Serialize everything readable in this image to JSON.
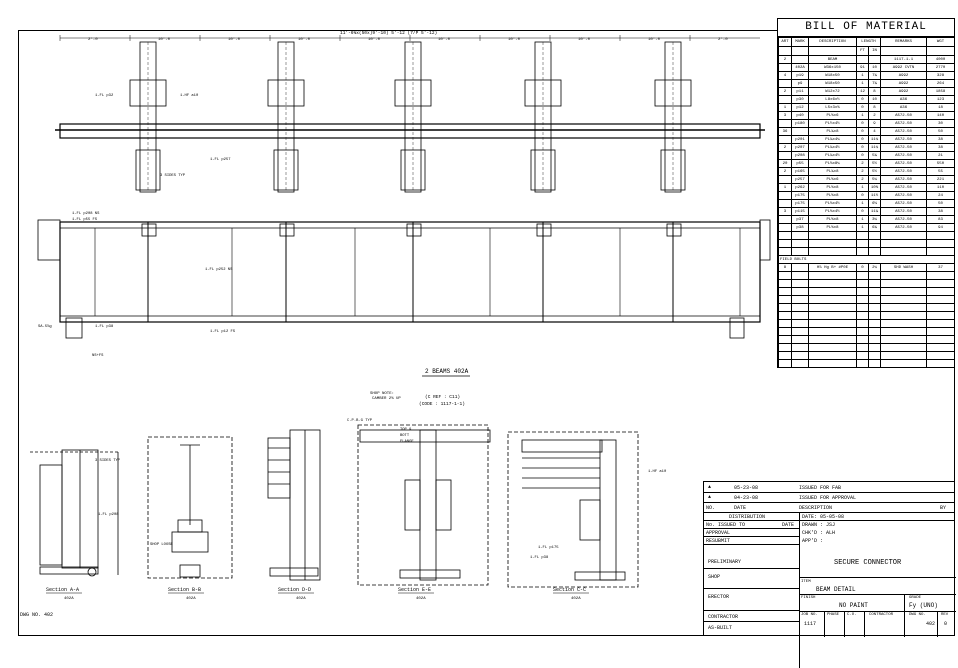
{
  "bom": {
    "title": "BILL OF MATERIAL",
    "headers": [
      "ART",
      "MARK",
      "DESCRIPTION",
      "LENGTH",
      "REMARKS",
      "WGT"
    ],
    "subheaders": [
      "FT",
      "IN"
    ],
    "rows": [
      [
        "2",
        "",
        "BEAM",
        "",
        "",
        "1117-1-1",
        "4000"
      ],
      [
        "",
        "402A",
        "W36x150",
        "91",
        "10",
        "A992 CVTN",
        "2770"
      ],
      [
        "4",
        "p19",
        "W18x50",
        "1",
        "7¾",
        "A992",
        "328"
      ],
      [
        "",
        "p9",
        "W18x50",
        "1",
        "7¾",
        "A992",
        "264"
      ],
      [
        "2",
        "p11",
        "W12x72",
        "12",
        "8",
        "A992",
        "1858"
      ],
      [
        "",
        "p30",
        "L8x6x½",
        "0",
        "10",
        "A36",
        "123"
      ],
      [
        "1",
        "p12",
        "L5x3x⅜",
        "0",
        "8",
        "A36",
        "18"
      ],
      [
        "3",
        "p40",
        "PL⅝x6",
        "1",
        "2",
        "A572-50",
        "140"
      ],
      [
        "",
        "p180",
        "PL½x4½",
        "0",
        "9",
        "A572-50",
        "30"
      ],
      [
        "36",
        "",
        "PL¾x8",
        "0",
        "4",
        "A572-50",
        "50"
      ],
      [
        "",
        "p201",
        "PL¾x4¼",
        "0",
        "11¼",
        "A572-50",
        "38"
      ],
      [
        "2",
        "p207",
        "PL¾x4½",
        "0",
        "11¼",
        "A572-50",
        "38"
      ],
      [
        "",
        "p208",
        "PL¾x4½",
        "0",
        "5¾",
        "A572-50",
        "21"
      ],
      [
        "20",
        "p55",
        "PL⅜x8¼",
        "2",
        "5½",
        "A572-50",
        "550"
      ],
      [
        "2",
        "p165",
        "PL¾x8",
        "2",
        "5½",
        "A572-50",
        "55"
      ],
      [
        "",
        "p257",
        "PL⅝x6",
        "2",
        "5¼",
        "A572-50",
        "221"
      ],
      [
        "1",
        "p262",
        "PL⅝x8",
        "1",
        "10⅝",
        "A572-50",
        "110"
      ],
      [
        "",
        "p175",
        "PL⅝x8",
        "0",
        "11½",
        "A572-50",
        "24"
      ],
      [
        "",
        "p175",
        "PL⅜x4½",
        "1",
        "6⅛",
        "A572-50",
        "50"
      ],
      [
        "3",
        "p115",
        "PL⅝x4½",
        "0",
        "11¾",
        "A572-50",
        "38"
      ],
      [
        "",
        "p37",
        "PL⅝x8",
        "1",
        "3¼",
        "A572-50",
        "83"
      ],
      [
        "",
        "p38",
        "PL⅝x8",
        "1",
        "6¾",
        "A572-50",
        "94"
      ]
    ],
    "field_label": "FIELD BOLTS",
    "field_row": [
      "8",
      "",
      "H⅞ Hg B+ #P0E",
      "0",
      "2¼",
      "SHD WASH",
      "37"
    ]
  },
  "plan": {
    "top_dim": "11'-6⅜x(50x)9'-10)  5'-12  (7/P 5'-12)",
    "spans": [
      "2'-0",
      "10'-0",
      "10'-0",
      "10'-0",
      "10'-0",
      "10'-0",
      "10'-0",
      "10'-0",
      "10'-0",
      "2'-0"
    ],
    "beam_label": "2 BEAMS 402A",
    "note1": "SHOP NOTE:",
    "note2": "CAMBER 2⅜ UP",
    "ref1": "(C REF : C11)",
    "ref2": "(CODE : 1117-1-1)",
    "callouts": [
      "1-FL p32",
      "1-HF a10",
      "3 SIDES TYP",
      "1-FL p208 NS",
      "1-FL p55 FS",
      "1-FL p257",
      "1-FL p252 NS",
      "1-FL p12 FS",
      "SA-5⅞g",
      "1-FL p38",
      "NS+FS"
    ]
  },
  "sections": [
    {
      "title": "Section A-A",
      "sub": "402A"
    },
    {
      "title": "Section B-B",
      "sub": "402A"
    },
    {
      "title": "Section D-D",
      "sub": "402A"
    },
    {
      "title": "Section E-E",
      "sub": "402A"
    },
    {
      "title": "Section C-C",
      "sub": "402A"
    }
  ],
  "section_notes": [
    "3 SIDES TYP",
    "1-FL p208",
    "C.P.B.G TYP",
    "TOP &",
    "BOTT",
    "FLANGE",
    "SHOP LOOSE",
    "1-HF a10",
    "1-FL p38",
    "1-FL p175"
  ],
  "titleblock": {
    "revs": [
      {
        "no": "",
        "date": "05-23-08",
        "desc": "ISSUED FOR FAB"
      },
      {
        "no": "",
        "date": "04-23-08",
        "desc": "ISSUED FOR APPROVAL"
      }
    ],
    "rev_head": [
      "NO.",
      "DATE",
      "DESCRIPTION",
      "BY"
    ],
    "dist": "DISTRIBUTION",
    "issued": "No.  ISSUED TO",
    "date_col": "DATE",
    "date_val": "DATE: 05-05-08",
    "drawn": "DRAWN : JSJ",
    "chkd": "CHK'D : ALH",
    "appd": "APP'D :",
    "approval": "APPROVAL",
    "resubmit": "RESUBMIT",
    "preliminary": "PRELIMINARY",
    "shop": "SHOP",
    "erector": "ERECTOR",
    "contractor": "CONTRACTOR",
    "asbuilt": "AS-BUILT",
    "project": "SECURE CONNECTOR",
    "item_label": "ITEM",
    "item": "BEAM DETAIL",
    "finish_label": "FINISH",
    "finish": "NO PAINT",
    "grade_label": "GRADE",
    "grade": "Fy (UNO)",
    "foot": [
      "JOB NO.",
      "PHASE",
      "C.O.",
      "CONTRACTOR",
      "DWG NO.",
      "REV"
    ],
    "job_no": "1117",
    "dwg_no": "402",
    "rev": "0"
  },
  "dwg_no_corner": "DWG NO. 402"
}
